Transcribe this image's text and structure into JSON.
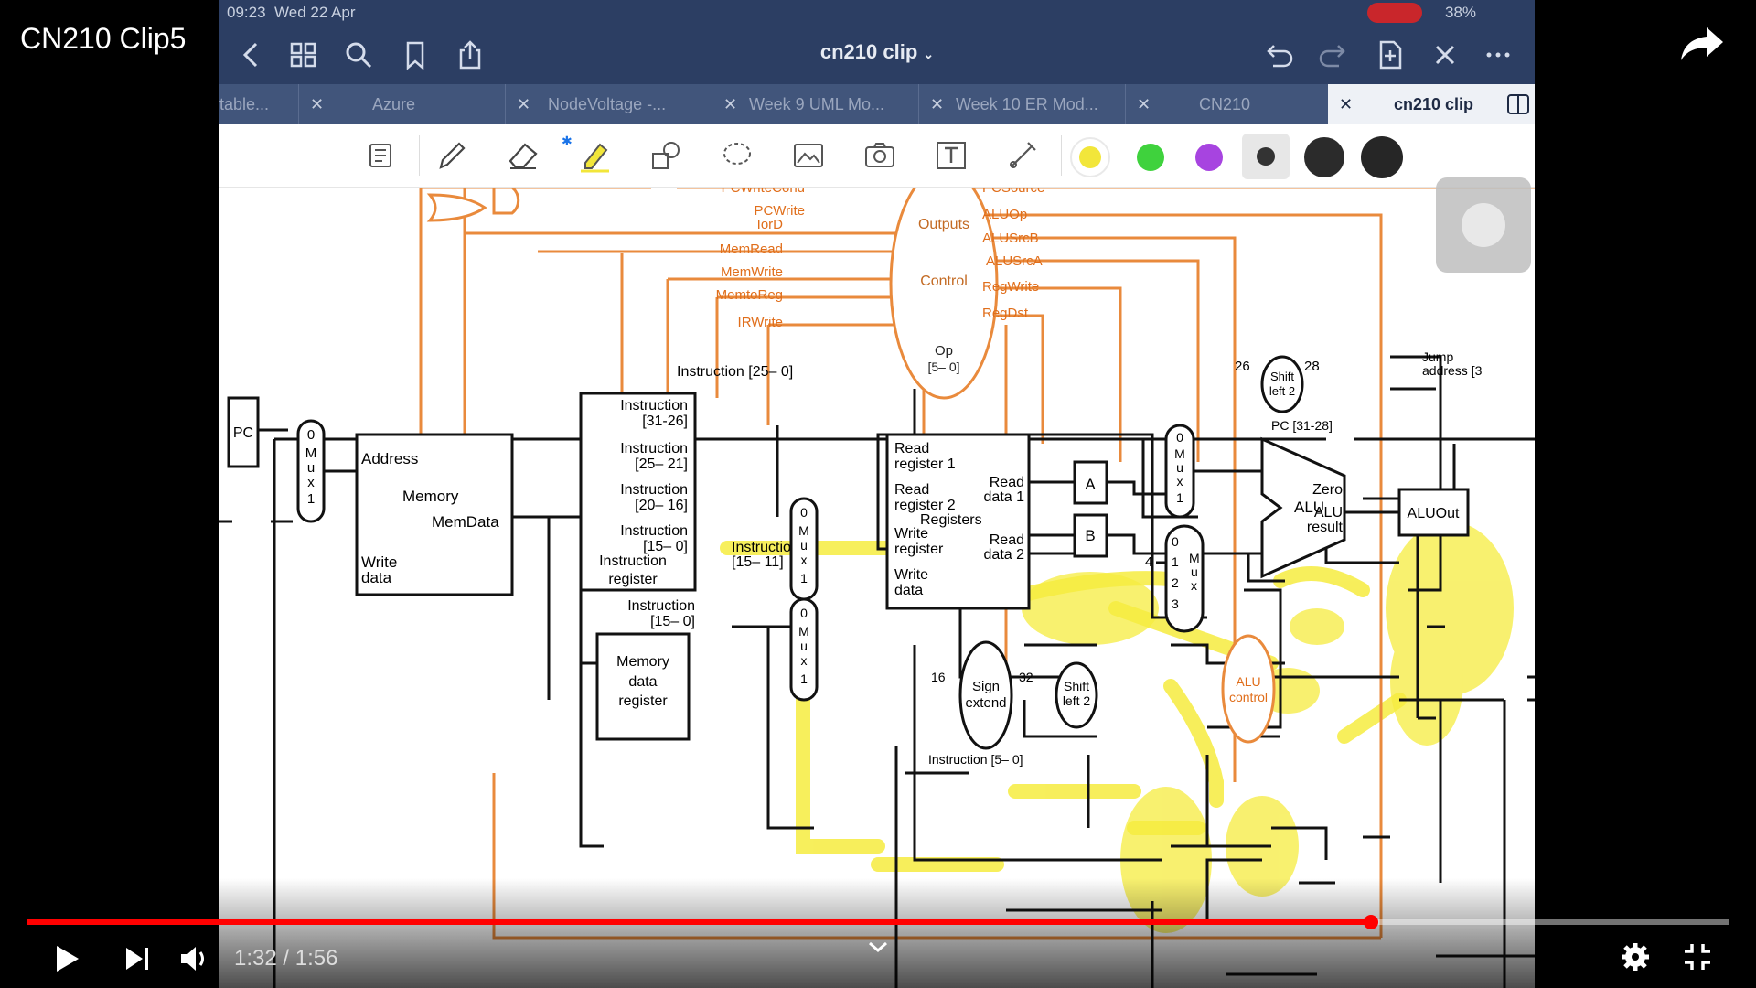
{
  "video": {
    "title": "CN210 Clip5"
  },
  "ipad": {
    "status": {
      "time": "09:23",
      "date": "Wed 22 Apr",
      "battery": "38%"
    },
    "doc_title": "cn210 clip",
    "tabs": [
      {
        "label": "table..."
      },
      {
        "label": "Azure"
      },
      {
        "label": "NodeVoltage -..."
      },
      {
        "label": "Week 9 UML Mo..."
      },
      {
        "label": "Week 10 ER Mod..."
      },
      {
        "label": "CN210"
      },
      {
        "label": "cn210 clip",
        "active": true
      }
    ],
    "colors": [
      "#f2e63a",
      "#3fd23d",
      "#a744e0",
      "#333333",
      "#2b2b2b",
      "#262626"
    ]
  },
  "diagram": {
    "control": {
      "outputs": "Outputs",
      "control": "Control",
      "op": "Op",
      "op_bits": "[5– 0]"
    },
    "control_out_left": [
      "PCWriteCond",
      "PCWrite",
      "IorD",
      "MemRead",
      "MemWrite",
      "MemtoReg",
      "IRWrite"
    ],
    "control_out_right": [
      "PCSource",
      "ALUOp",
      "ALUSrcB",
      "ALUSrcA",
      "RegWrite",
      "RegDst"
    ],
    "instr_25_0": "Instruction [25– 0]",
    "pc": "PC",
    "mux_letters": [
      "0",
      "M",
      "u",
      "x",
      "1"
    ],
    "memory": {
      "address": "Address",
      "memory": "Memory",
      "memdata": "MemData",
      "write": "Write",
      "data": "data"
    },
    "ir": {
      "i31_26_a": "Instruction",
      "i31_26_b": "[31-26]",
      "i25_21_a": "Instruction",
      "i25_21_b": "[25– 21]",
      "i20_16_a": "Instruction",
      "i20_16_b": "[20– 16]",
      "i15_0_a": "Instruction",
      "i15_0_b": "[15– 0]",
      "reg_a": "Instruction",
      "reg_b": "register"
    },
    "instr_15_11_a": "Instruction",
    "instr_15_11_b": "[15– 11]",
    "instr_15_0_a": "Instruction",
    "instr_15_0_b": "[15– 0]",
    "mdr": {
      "a": "Memory",
      "b": "data",
      "c": "register"
    },
    "registers": {
      "rr1a": "Read",
      "rr1b": "register 1",
      "rr2a": "Read",
      "rr2b": "register 2",
      "rd1a": "Read",
      "rd1b": "data 1",
      "title": "Registers",
      "wra": "Write",
      "wrb": "register",
      "rd2a": "Read",
      "rd2b": "data 2",
      "wda": "Write",
      "wdb": "data"
    },
    "a": "A",
    "b": "B",
    "four": "4",
    "mux4": [
      "0",
      "1",
      "2",
      "3"
    ],
    "mux_v": [
      "M",
      "u",
      "x"
    ],
    "sign_extend_a": "Sign",
    "sign_extend_b": "extend",
    "shift_a": "Shift",
    "shift_b": "left 2",
    "n16": "16",
    "n32": "32",
    "n26": "26",
    "n28": "28",
    "pc_31_28": "PC [31-28]",
    "jump_a": "Jump",
    "jump_b": "address [3",
    "alu": "ALU",
    "zero": "Zero",
    "alu_result_a": "ALU",
    "alu_result_b": "result",
    "aluout": "ALUOut",
    "alu_control_a": "ALU",
    "alu_control_b": "control",
    "instr_5_0": "Instruction [5– 0]"
  },
  "player": {
    "current": "1:32",
    "duration": "1:56",
    "progress": 0.79
  }
}
